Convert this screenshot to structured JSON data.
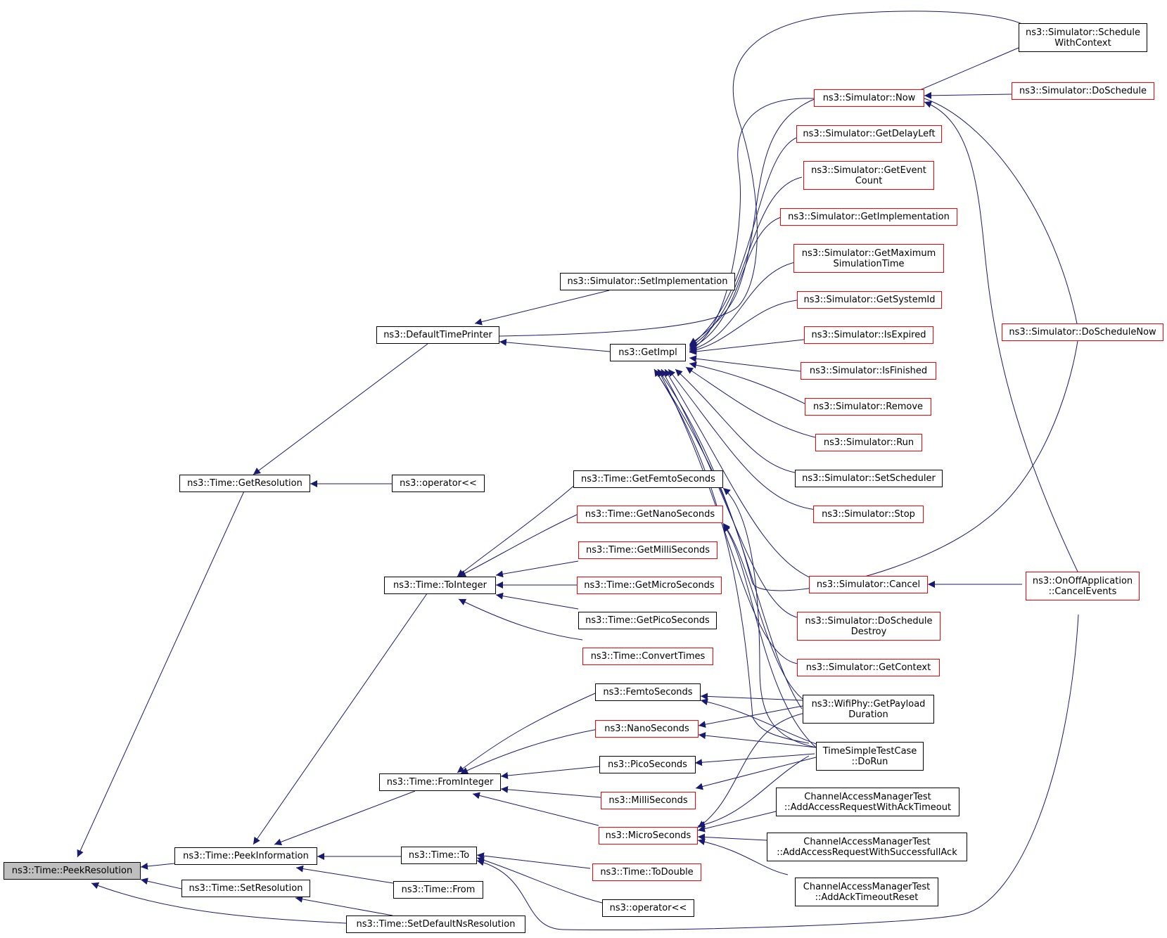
{
  "colors": {
    "edge": "#191970",
    "link_border": "#000000",
    "undocumented_border": "#ff0000",
    "root_fill": "#bfbfbf"
  },
  "nodes": {
    "peek_resolution": "ns3::Time::PeekResolution",
    "get_resolution": "ns3::Time::GetResolution",
    "peek_information": "ns3::Time::PeekInformation",
    "set_resolution": "ns3::Time::SetResolution",
    "set_default_ns_resolution": "ns3::Time::SetDefaultNsResolution",
    "default_time_printer": "ns3::DefaultTimePrinter",
    "operator_ll_1": "ns3::operator<<",
    "to_integer": "ns3::Time::ToInteger",
    "from_integer": "ns3::Time::FromInteger",
    "time_to": "ns3::Time::To",
    "time_from": "ns3::Time::From",
    "set_implementation": "ns3::Simulator::SetImplementation",
    "get_impl": "ns3::GetImpl",
    "get_femto_seconds": "ns3::Time::GetFemtoSeconds",
    "get_nano_seconds": "ns3::Time::GetNanoSeconds",
    "get_milli_seconds": "ns3::Time::GetMilliSeconds",
    "get_micro_seconds": "ns3::Time::GetMicroSeconds",
    "get_pico_seconds": "ns3::Time::GetPicoSeconds",
    "convert_times": "ns3::Time::ConvertTimes",
    "femto_seconds": "ns3::FemtoSeconds",
    "nano_seconds": "ns3::NanoSeconds",
    "pico_seconds": "ns3::PicoSeconds",
    "milli_seconds": "ns3::MilliSeconds",
    "micro_seconds": "ns3::MicroSeconds",
    "to_double": "ns3::Time::ToDouble",
    "operator_ll_2": "ns3::operator<<",
    "sim_now": "ns3::Simulator::Now",
    "sim_get_delay_left": "ns3::Simulator::GetDelayLeft",
    "sim_get_event_count": "ns3::Simulator::GetEvent\nCount",
    "sim_get_implementation": "ns3::Simulator::GetImplementation",
    "sim_get_maximum_simulation_time": "ns3::Simulator::GetMaximum\nSimulationTime",
    "sim_get_system_id": "ns3::Simulator::GetSystemId",
    "sim_is_expired": "ns3::Simulator::IsExpired",
    "sim_is_finished": "ns3::Simulator::IsFinished",
    "sim_remove": "ns3::Simulator::Remove",
    "sim_run": "ns3::Simulator::Run",
    "sim_set_scheduler": "ns3::Simulator::SetScheduler",
    "sim_stop": "ns3::Simulator::Stop",
    "sim_cancel": "ns3::Simulator::Cancel",
    "sim_do_schedule_destroy": "ns3::Simulator::DoSchedule\nDestroy",
    "sim_get_context": "ns3::Simulator::GetContext",
    "wifiphy_get_payload_duration": "ns3::WifiPhy::GetPayload\nDuration",
    "time_simple_test_case_dorun": "TimeSimpleTestCase\n::DoRun",
    "camt_add_access_request_with_ack_timeout": "ChannelAccessManagerTest\n::AddAccessRequestWithAckTimeout",
    "camt_add_access_request_with_successfull_ack": "ChannelAccessManagerTest\n::AddAccessRequestWithSuccessfullAck",
    "camt_add_ack_timeout_reset": "ChannelAccessManagerTest\n::AddAckTimeoutReset",
    "sim_schedule_with_context": "ns3::Simulator::Schedule\nWithContext",
    "sim_do_schedule": "ns3::Simulator::DoSchedule",
    "sim_do_schedule_now": "ns3::Simulator::DoScheduleNow",
    "onoff_cancel_events": "ns3::OnOffApplication\n::CancelEvents"
  }
}
